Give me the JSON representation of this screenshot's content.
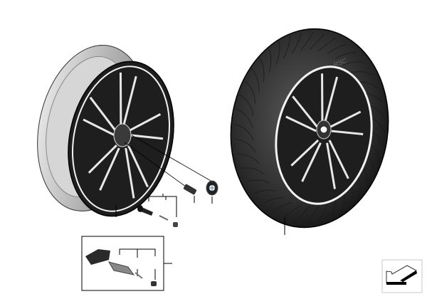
{
  "diagram": {
    "tire_sidewall_text": "RSC",
    "parts": [
      {
        "name": "light-alloy-rim"
      },
      {
        "name": "complete-wheel-with-tire"
      },
      {
        "name": "wheel-bolt"
      },
      {
        "name": "hub-cap-emblem"
      },
      {
        "name": "valve"
      },
      {
        "name": "valve-core"
      },
      {
        "name": "valve-cap"
      },
      {
        "name": "tpms-sensor-kit"
      }
    ],
    "colors": {
      "line": "#000000",
      "rim_face": "#1e1e1e",
      "rim_barrel": "#bdbdbd",
      "tire": "#2a2a2a"
    }
  }
}
